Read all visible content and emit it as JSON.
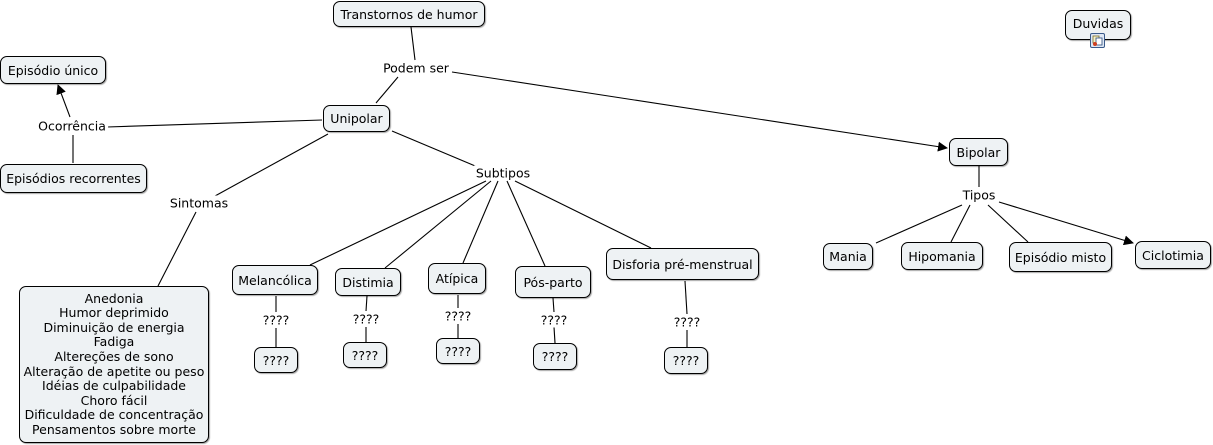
{
  "title": "Transtornos de humor",
  "duvidas": "Duvidas",
  "icons": {
    "duvidas_resource": "attachment-icon"
  },
  "phrases": {
    "podem_ser": "Podem ser",
    "ocorrencia": "Ocorrência",
    "sintomas": "Sintomas",
    "subtipos": "Subtipos",
    "tipos": "Tipos"
  },
  "nodes": {
    "unipolar": "Unipolar",
    "bipolar": "Bipolar",
    "episodio_unico": "Episódio único",
    "episodios_recorrentes": "Episódios recorrentes"
  },
  "sintomas_list": [
    "Anedonia",
    "Humor deprimido",
    "Diminuição de energia",
    "Fadiga",
    "Altereções de sono",
    "Alteração de apetite ou peso",
    "Idéias de culpabilidade",
    "Choro fácil",
    "Dificuldade de concentração",
    "Pensamentos sobre morte"
  ],
  "subtipos": [
    {
      "label": "Melancólica",
      "link": "????",
      "target": "????"
    },
    {
      "label": "Distimia",
      "link": "????",
      "target": "????"
    },
    {
      "label": "Atípica",
      "link": "????",
      "target": "????"
    },
    {
      "label": "Pós-parto",
      "link": "????",
      "target": "????"
    },
    {
      "label": "Disforia pré-menstrual",
      "link": "????",
      "target": "????"
    }
  ],
  "tipos": [
    "Mania",
    "Hipomania",
    "Episódio misto",
    "Ciclotimia"
  ]
}
